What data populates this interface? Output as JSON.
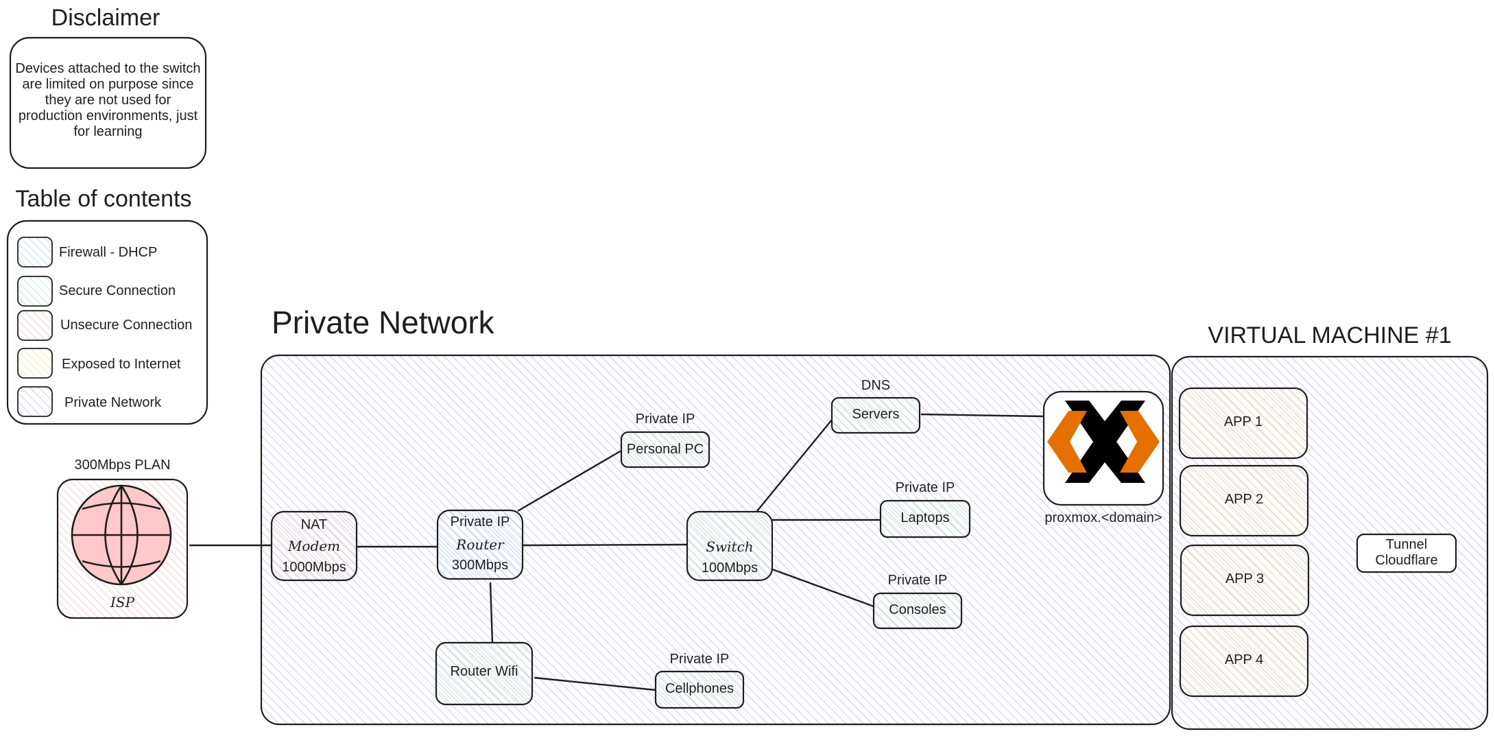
{
  "disclaimer": {
    "title": "Disclaimer",
    "text_lines": [
      "Devices attached to the switch",
      "are limited on purpose since",
      "they are not used for",
      "production environments, just",
      "for learning"
    ]
  },
  "legend": {
    "title": "Table of contents",
    "items": [
      {
        "label": "Firewall - DHCP",
        "color": "#a5d8ff"
      },
      {
        "label": "Secure Connection",
        "color": "#b2f2bb"
      },
      {
        "label": "Unsecure Connection",
        "color": "#ffc9c9"
      },
      {
        "label": "Exposed to Internet",
        "color": "#ffec99"
      },
      {
        "label": "Private Network",
        "color": "#d0bfff"
      }
    ]
  },
  "isp": {
    "plan": "300Mbps PLAN",
    "label": "ISP",
    "icon": "globe-icon",
    "color": "#ffc9c9"
  },
  "private_network": {
    "title": "Private Network",
    "modem": {
      "top": "NAT",
      "name": "Modem",
      "speed": "1000Mbps"
    },
    "router": {
      "top": "Private IP",
      "name": "Router",
      "speed": "300Mbps"
    },
    "switch": {
      "name": "Switch",
      "speed": "100Mbps"
    },
    "router_wifi": {
      "name": "Router Wifi"
    },
    "personal_pc": {
      "caption": "Private IP",
      "name": "Personal PC"
    },
    "servers": {
      "caption": "DNS",
      "name": "Servers"
    },
    "laptops": {
      "caption": "Private IP",
      "name": "Laptops"
    },
    "consoles": {
      "caption": "Private IP",
      "name": "Consoles"
    },
    "cellphones": {
      "caption": "Private IP",
      "name": "Cellphones"
    },
    "proxmox": {
      "caption": "proxmox.<domain>",
      "icon": "proxmox-logo-icon",
      "orange": "#e57000",
      "black": "#000000"
    }
  },
  "virtual_machine": {
    "title": "VIRTUAL MACHINE #1",
    "apps": [
      "APP 1",
      "APP 2",
      "APP 3",
      "APP 4"
    ],
    "tunnel": [
      "Tunnel",
      "Cloudflare"
    ]
  }
}
